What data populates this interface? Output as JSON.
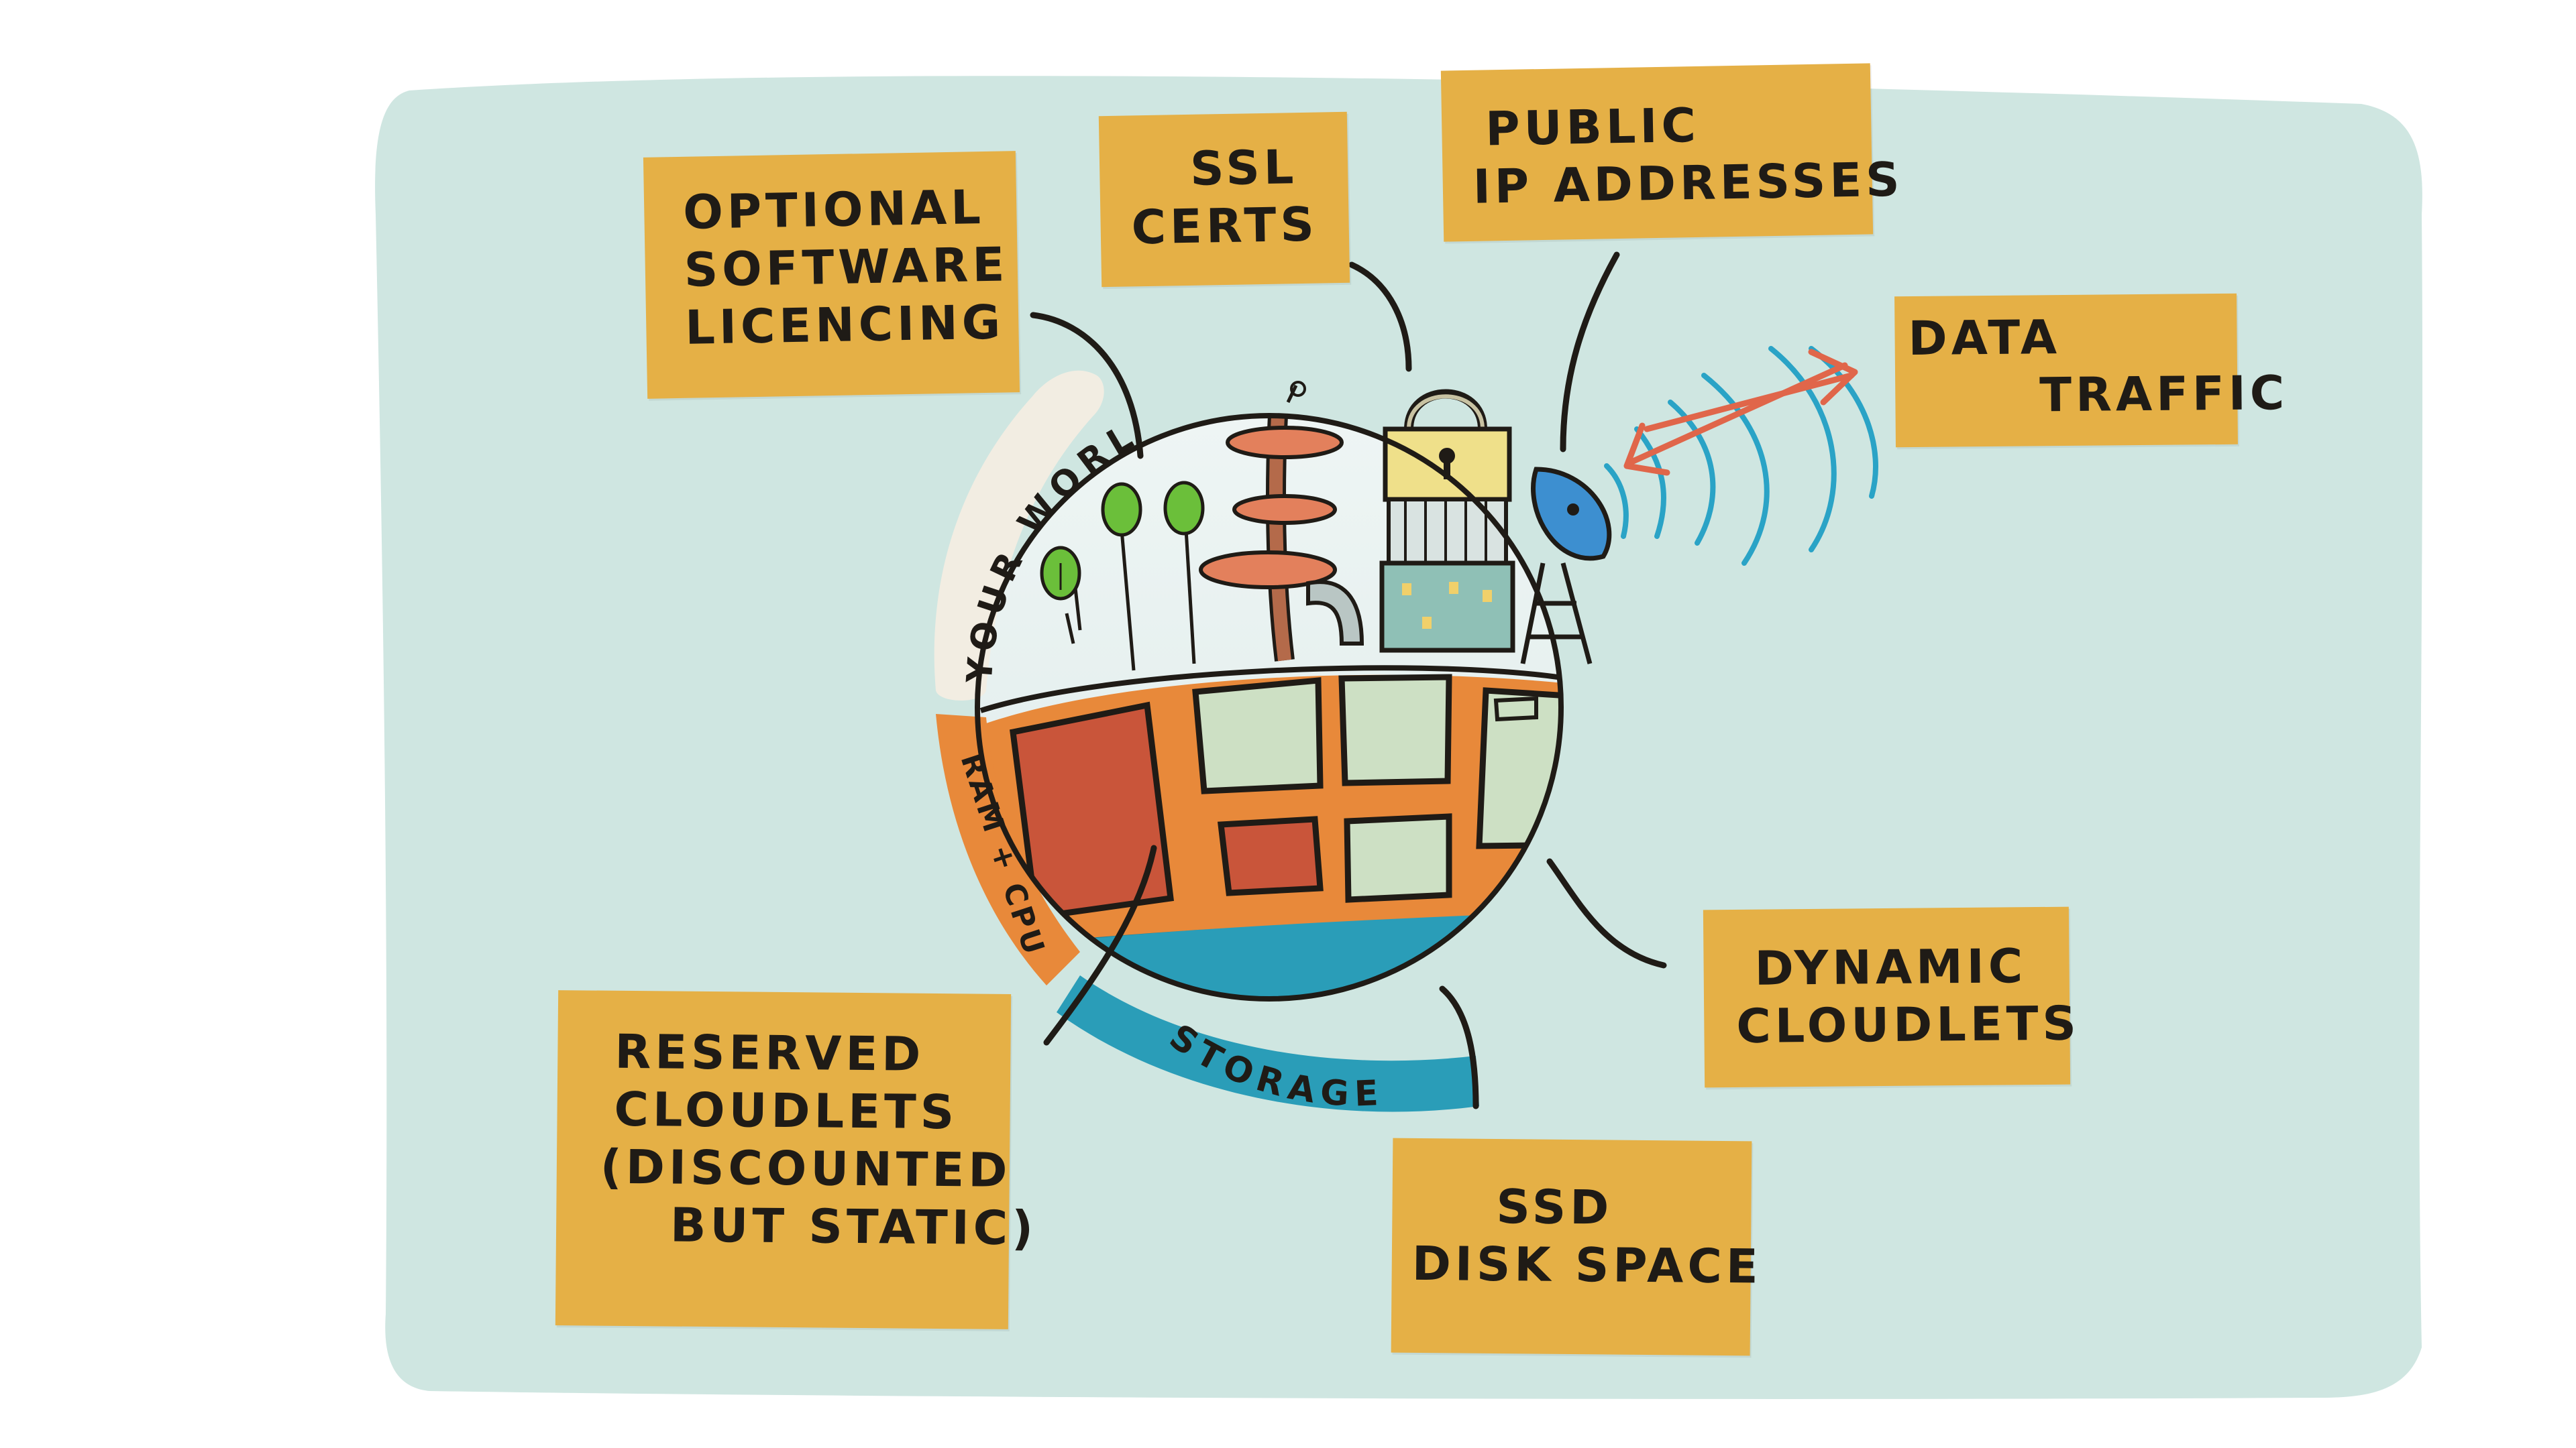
{
  "labels": {
    "optional_software_licencing": [
      "OPTIONAL",
      "SOFTWARE",
      "LICENCING"
    ],
    "ssl_certs": [
      "SSL",
      "CERTS"
    ],
    "public_ip_addresses": [
      "PUBLIC",
      "IP ADDRESSES"
    ],
    "data_traffic": [
      "DATA",
      "TRAFFIC"
    ],
    "dynamic_cloudlets": [
      "DYNAMIC",
      "CLOUDLETS"
    ],
    "ssd_disk_space": [
      "SSD",
      "DISK SPACE"
    ],
    "reserved_cloudlets": [
      "RESERVED",
      "CLOUDLETS",
      "(DISCOUNTED",
      "BUT STATIC)"
    ]
  },
  "ring_labels": {
    "your_world": "YOUR WORLD",
    "ram_cpu": "RAM + CPU",
    "storage": "STORAGE"
  },
  "colors": {
    "background_wash": "#cfe6e1",
    "label_box": "#e5b046",
    "ram_cpu_band": "#e8893a",
    "storage_band": "#2a9db8",
    "reserved_block": "#c9553a",
    "dynamic_block": "#cde0c4",
    "tree": "#6bbf3a",
    "lock": "#efe08a",
    "dish": "#3d8fd0",
    "wave_blue": "#2aa3c6",
    "arrow_red": "#e0664a"
  }
}
